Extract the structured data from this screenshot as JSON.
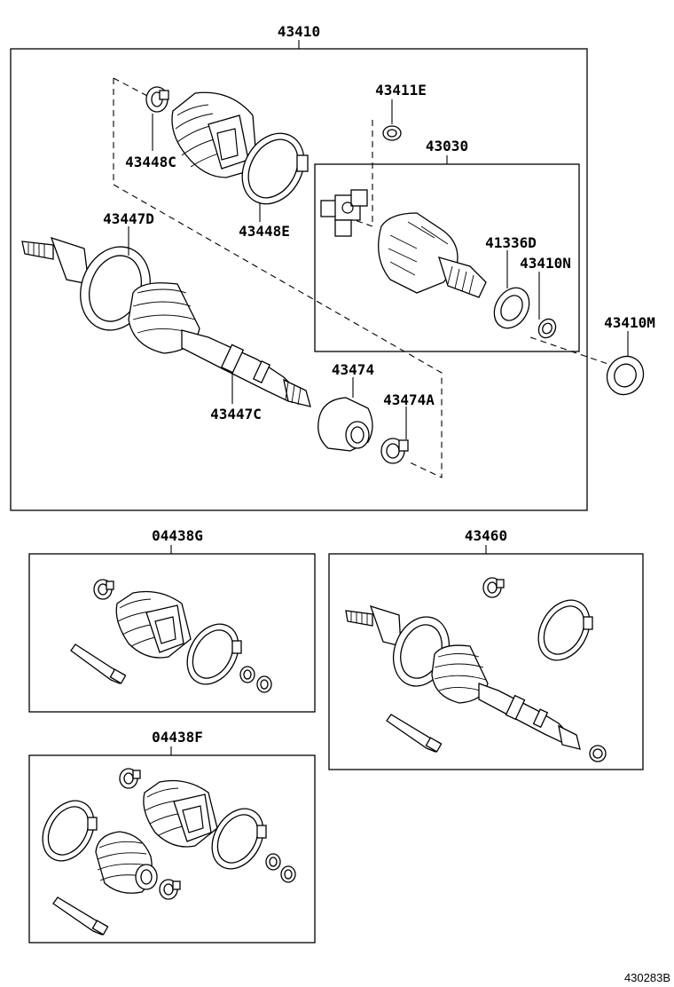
{
  "labels": {
    "main_assembly": "43410",
    "clamp_outer_small": "43448C",
    "clamp_outer_large": "43448E",
    "snap_ring_inner": "43411E",
    "inner_joint_kit": "43030",
    "outer_boot": "43447D",
    "seal_41336d": "41336D",
    "ring_43410n": "43410N",
    "seal_43410m": "43410M",
    "shaft_damper": "43474",
    "damper_clamp": "43474A",
    "boot_clamp_inner": "43447C",
    "boot_kit_g": "04438G",
    "outer_shaft_assy": "43460",
    "boot_kit_f": "04438F"
  },
  "figure_id": "430283B"
}
